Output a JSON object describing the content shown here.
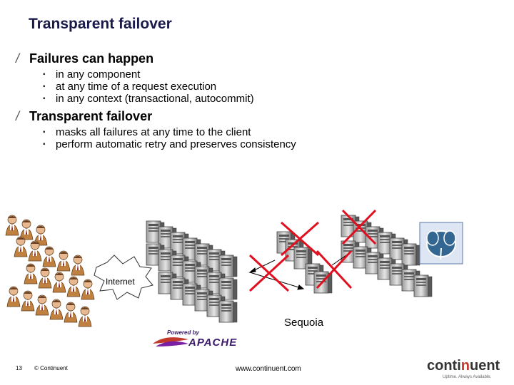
{
  "title": "Transparent failover",
  "sections": [
    {
      "heading": "Failures can happen",
      "bullets": [
        "in any component",
        "at any time of a request execution",
        "in any context (transactional, autocommit)"
      ]
    },
    {
      "heading": "Transparent failover",
      "bullets": [
        "masks all failures at any time to the client",
        "perform automatic retry and preserves consistency"
      ]
    }
  ],
  "diagram": {
    "internet_label": "Internet",
    "sequoia_label": "Sequoia",
    "apache_powered": "Powered by",
    "apache_name": "APACHE",
    "failure_color": "#e01020"
  },
  "footer": {
    "slide_number": "13",
    "copyright": "© Continuent",
    "url": "www.continuent.com",
    "logo_prefix": "conti",
    "logo_accent": "n",
    "logo_suffix": "uent",
    "logo_tagline": "Uptime. Always Available."
  }
}
